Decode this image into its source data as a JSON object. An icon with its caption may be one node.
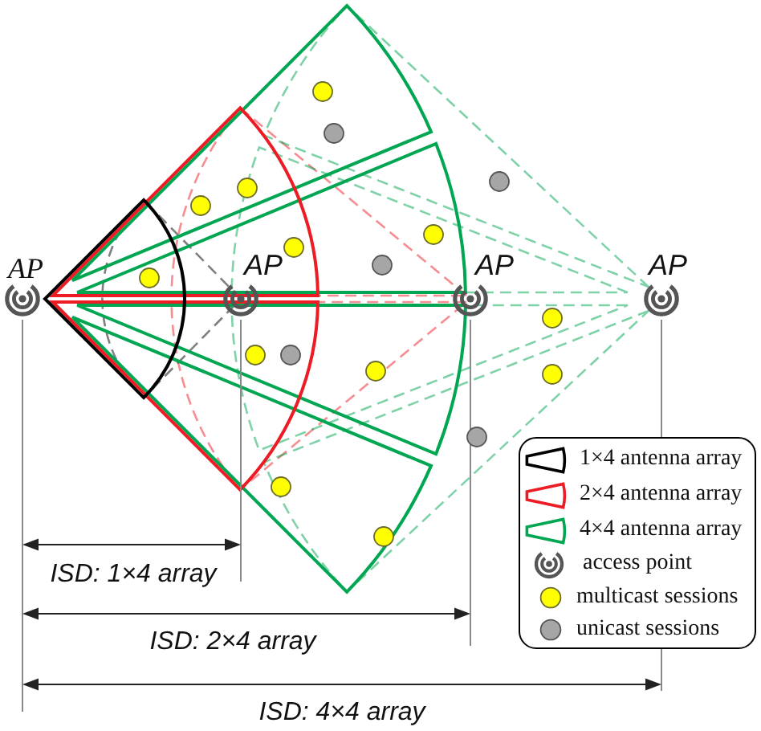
{
  "diagram": {
    "nodes": [
      {
        "text": [
          "AP"
        ]
      },
      {
        "text": [
          "AP"
        ]
      },
      {
        "text": [
          "AP"
        ]
      },
      {
        "text": [
          "AP"
        ]
      }
    ],
    "labels": [
      "ISD: 1×4 array",
      "ISD: 2×4 array",
      "ISD: 4×4 array"
    ],
    "legend": [
      {
        "text": "1×4 antenna array",
        "color": "#000000"
      },
      {
        "text": "2×4 antenna array",
        "color": "#ed1c24"
      },
      {
        "text": "4×4 antenna array",
        "color": "#00a651"
      },
      {
        "text": "access point"
      },
      {
        "text": "multicast sessions",
        "color": "#ffff00"
      },
      {
        "text": "unicast sessions",
        "color": "#a6a6a6"
      }
    ]
  }
}
